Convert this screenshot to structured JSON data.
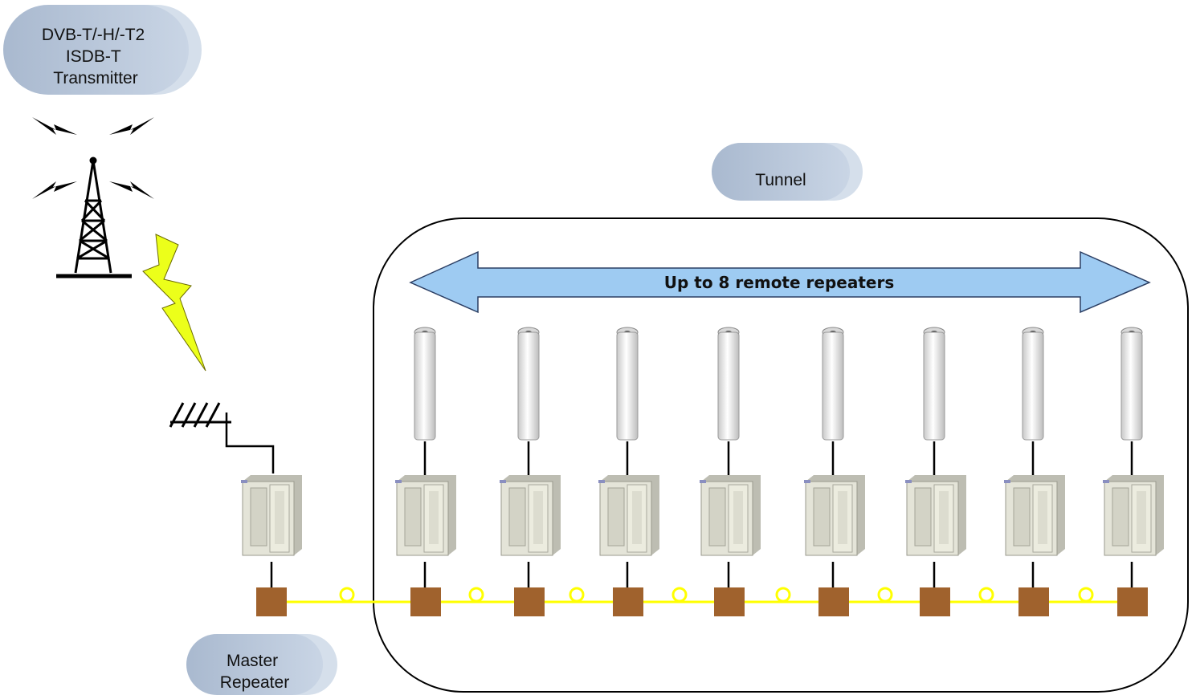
{
  "transmitter_label": [
    "DVB-T/-H/-T2",
    "ISDB-T",
    "Transmitter"
  ],
  "tunnel_label": "Tunnel",
  "master_label": [
    "Master",
    "Repeater"
  ],
  "range_arrow_label": "Up to 8 remote repeaters",
  "remote_repeater_count": 8,
  "colors": {
    "bubble": "#b8c7dc",
    "arrow_fill": "#9ecbf2",
    "fiber": "#ffff00",
    "fiber_box": "#a0622d",
    "bolt": "#ecff1a"
  }
}
